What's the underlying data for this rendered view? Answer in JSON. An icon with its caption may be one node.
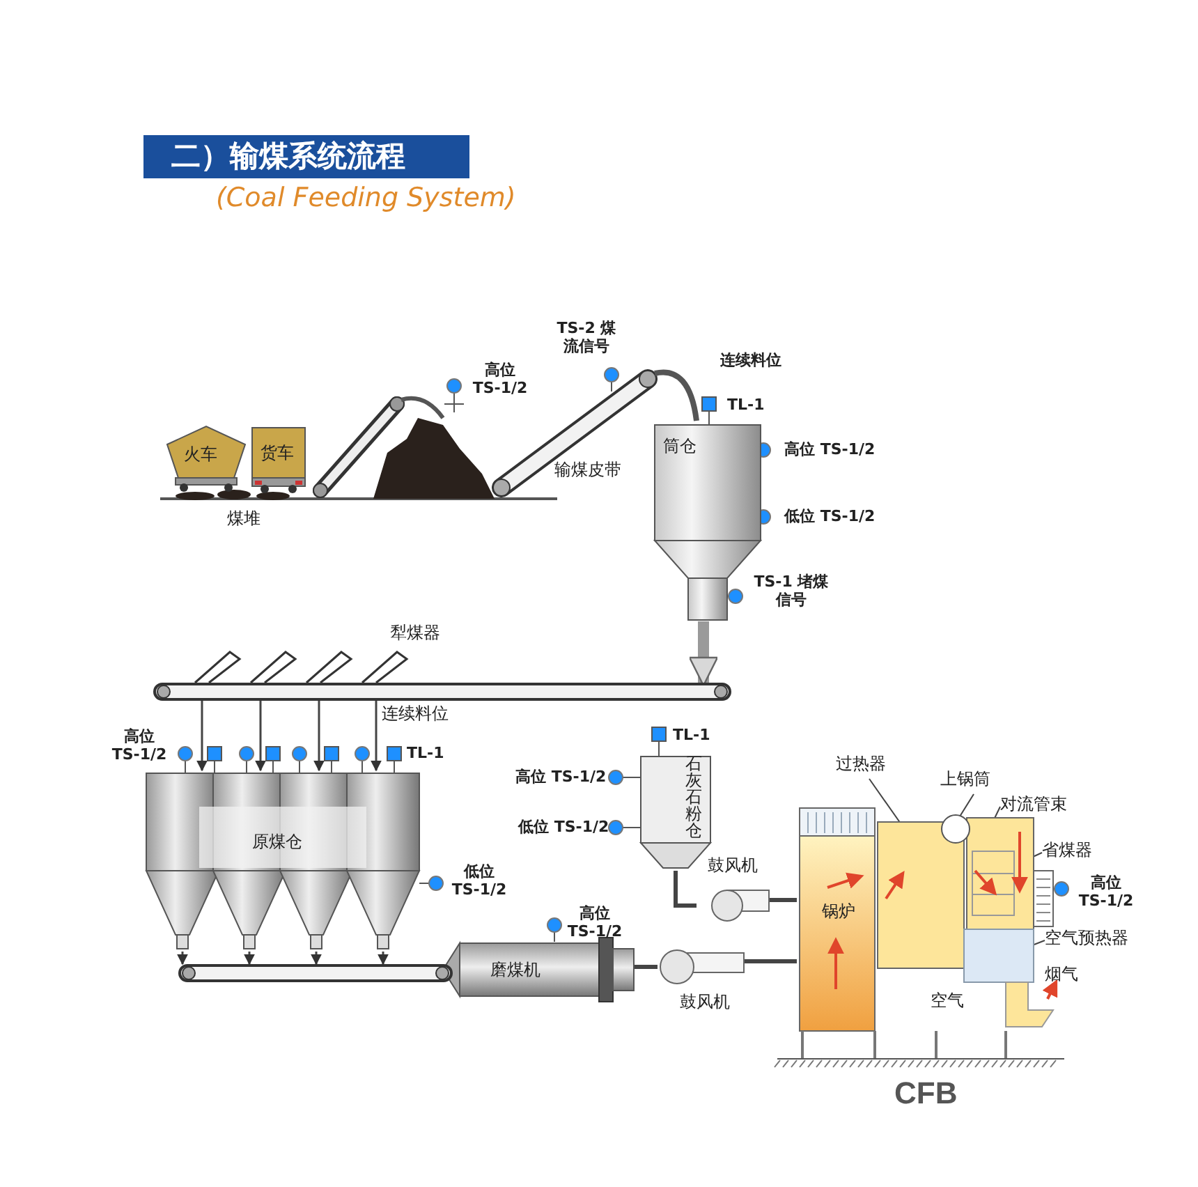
{
  "diagram": {
    "title": "二）输煤系统流程",
    "nodes": [
      {
        "text": [
          "火车"
        ]
      },
      {
        "text": [
          "货车"
        ]
      },
      {
        "text": [
          "筒仓"
        ]
      },
      {
        "text": [],
        "shape": "bar"
      },
      {
        "text": [
          "原煤仓"
        ]
      },
      {
        "text": [
          "石灰石粉仓"
        ]
      },
      {
        "text": [
          "过热器"
        ]
      },
      {
        "text": [
          "上锅筒"
        ]
      },
      {
        "text": [
          "对流管束"
        ]
      },
      {
        "text": [
          "省煤器"
        ]
      },
      {
        "text": [
          "鼓风机"
        ]
      },
      {
        "text": [
          "锅炉"
        ],
        "beside": [
          "CFB"
        ]
      },
      {
        "text": [
          "空气预热器"
        ]
      },
      {
        "text": [
          "磨煤机"
        ]
      },
      {
        "text": [],
        "shape": "bar"
      },
      {
        "text": [
          "鼓风机"
        ]
      }
    ],
    "edges": [
      {
        "from": 2,
        "to": 3,
        "arrow": "to",
        "style": "thick",
        "color": "#9a9a9a"
      },
      {
        "from": 3,
        "to": 4,
        "arrow": "to"
      },
      {
        "from": 3,
        "to": 4,
        "arrow": "to"
      },
      {
        "from": 3,
        "to": 4,
        "arrow": "to"
      },
      {
        "from": 3,
        "to": 4,
        "arrow": "to"
      },
      {
        "from": 4,
        "to": 14,
        "arrow": "to"
      },
      {
        "from": 4,
        "to": 14,
        "arrow": "to"
      },
      {
        "from": 4,
        "to": 14,
        "arrow": "to"
      },
      {
        "from": 4,
        "to": 14,
        "arrow": "to"
      },
      {
        "from": 5,
        "to": 10,
        "arrow": "none",
        "style": "thick"
      },
      {
        "from": 10,
        "to": 11,
        "arrow": "none",
        "style": "thick"
      },
      {
        "from": 13,
        "to": 15,
        "arrow": "none",
        "style": "thick"
      },
      {
        "from": 15,
        "to": 11,
        "arrow": "none",
        "style": "thick"
      },
      {
        "from": 6,
        "to": 11,
        "arrow": "none"
      },
      {
        "from": 7,
        "to": 11,
        "arrow": "none"
      },
      {
        "from": 8,
        "to": 11,
        "arrow": "none"
      },
      {
        "from": 9,
        "to": 11,
        "arrow": "none"
      },
      {
        "from": 12,
        "to": 11,
        "arrow": "none"
      }
    ],
    "labels": [
      "(Coal Feeding System)",
      "TS-2 煤流信号",
      "连续料位",
      "高位 TS-1/2",
      "TL-1",
      "高位 TS-1/2",
      "输煤皮带",
      "低位 TS-1/2",
      "煤堆",
      "TS-1 堵煤信号",
      "犁煤器",
      "连续料位",
      "高位 TS-1/2",
      "TL-1",
      "TL-1",
      "高位 TS-1/2",
      "低位 TS-1/2",
      "低位 TS-1/2",
      "高位 TS-1/2",
      "高位 TS-1/2",
      "烟气",
      "空气"
    ]
  }
}
